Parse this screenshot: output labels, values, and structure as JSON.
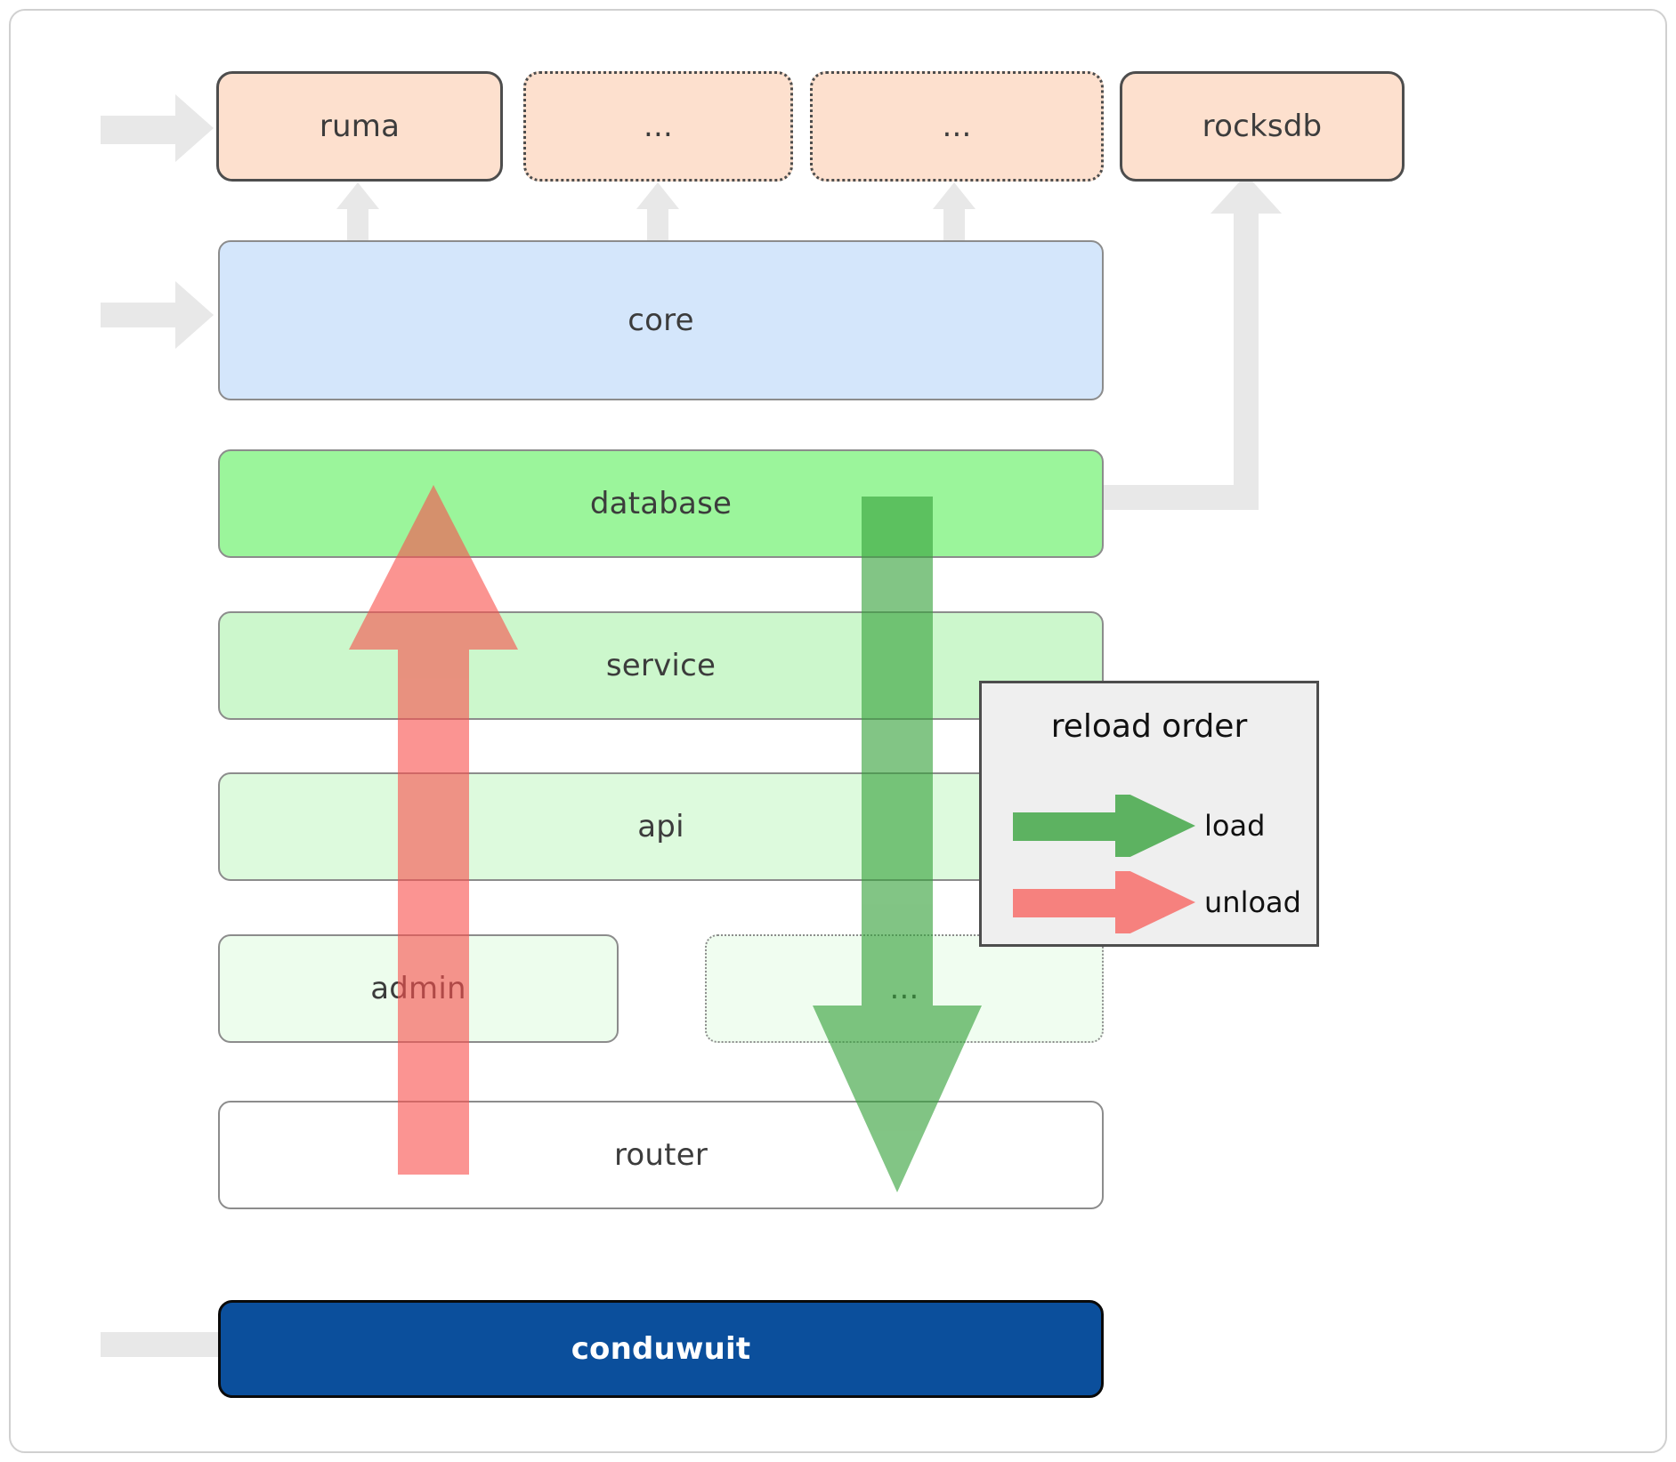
{
  "diagram": {
    "title": "conduwuit module / reload order architecture",
    "type": "layered-architecture",
    "dependencies": [
      {
        "id": "ruma",
        "label": "ruma",
        "style": "solid",
        "fill": "#fde0ce"
      },
      {
        "id": "dep-dots-1",
        "label": "...",
        "style": "dotted",
        "fill": "#fde0ce"
      },
      {
        "id": "dep-dots-2",
        "label": "...",
        "style": "dotted",
        "fill": "#fde0ce"
      },
      {
        "id": "rocksdb",
        "label": "rocksdb",
        "style": "solid",
        "fill": "#fde0ce"
      }
    ],
    "layers": [
      {
        "id": "core",
        "label": "core",
        "style": "solid",
        "fill": "#d4e6fb"
      },
      {
        "id": "database",
        "label": "database",
        "style": "solid",
        "fill": "#9bf59b"
      },
      {
        "id": "service",
        "label": "service",
        "style": "solid",
        "fill": "#ccf7cc"
      },
      {
        "id": "api",
        "label": "api",
        "style": "solid",
        "fill": "#ddfadd"
      },
      {
        "id": "admin",
        "label": "admin",
        "style": "solid",
        "fill": "#edfded"
      },
      {
        "id": "sub-dots",
        "label": "...",
        "style": "dotted",
        "fill": "#f0fdf0"
      },
      {
        "id": "router",
        "label": "router",
        "style": "solid",
        "fill": "#ffffff"
      }
    ],
    "application": {
      "id": "conduwuit",
      "label": "conduwuit",
      "fill": "#0b4f9c",
      "text_color": "#ffffff"
    },
    "legend": {
      "title": "reload order",
      "items": [
        {
          "id": "load",
          "label": "load",
          "color": "#4caf50",
          "direction": "down"
        },
        {
          "id": "unload",
          "label": "unload",
          "color": "#f9807c",
          "direction": "up"
        }
      ]
    },
    "arrows": {
      "load": {
        "label": "load",
        "color": "#4caf50",
        "from": "database",
        "to": "router",
        "direction": "down"
      },
      "unload": {
        "label": "unload",
        "color": "#f9807c",
        "from": "router",
        "to": "database",
        "direction": "up"
      },
      "links_color": "#e8e8e8"
    }
  }
}
